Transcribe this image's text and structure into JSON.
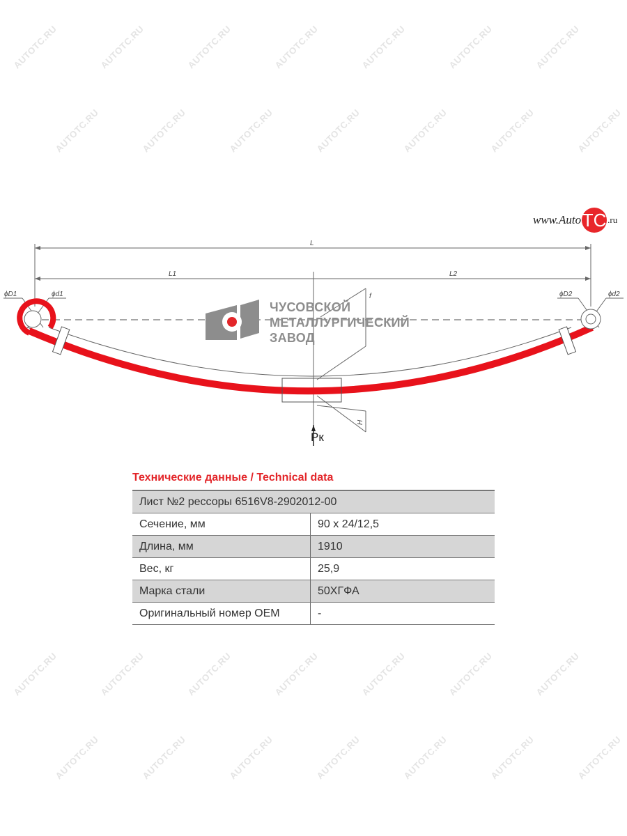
{
  "watermark": "AUTOTC.RU",
  "site_logo": {
    "prefix": "www.Auto",
    "badge": "TC",
    "suffix": ".ru"
  },
  "factory_logo": {
    "lines": [
      "ЧУСОВСКОЙ",
      "МЕТАЛЛУРГИЧЕСКИЙ",
      "ЗАВОД"
    ]
  },
  "drawing": {
    "labels": {
      "L": "L",
      "L1": "L1",
      "L2": "L2",
      "D1": "ϕD1",
      "d1": "ϕd1",
      "D2": "ϕD2",
      "d2": "ϕd2",
      "f": "f",
      "H": "H",
      "Pk": "Pк"
    },
    "colors": {
      "leaf": "#e8121b",
      "line": "#555555",
      "logo_grey": "#8d8d8d"
    }
  },
  "table": {
    "title": "Технические данные / Technical data",
    "header": "Лист №2 рессоры 6516V8-2902012-00",
    "rows": [
      {
        "label": "Сечение, мм",
        "value": "90 x 24/12,5"
      },
      {
        "label": "Длина, мм",
        "value": "1910"
      },
      {
        "label": "Вес, кг",
        "value": "25,9"
      },
      {
        "label": "Марка стали",
        "value": "50ХГФА"
      },
      {
        "label": "Оригинальный номер OEM",
        "value": "-"
      }
    ]
  }
}
